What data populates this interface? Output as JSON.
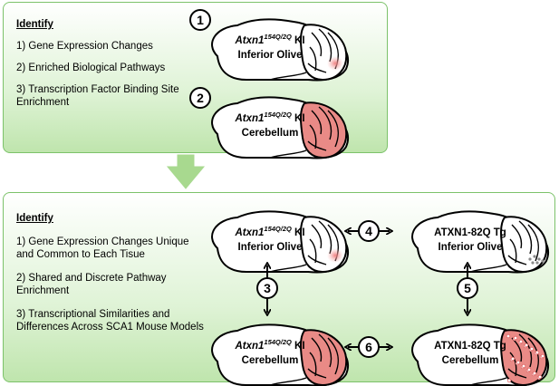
{
  "top_panel": {
    "heading": "Identify",
    "items": [
      "1) Gene Expression Changes",
      "2) Enriched Biological Pathways",
      "3) Transcription Factor Binding Site Enrichment"
    ]
  },
  "bottom_panel": {
    "heading": "Identify",
    "items": [
      "1) Gene Expression Changes Unique and Common to Each Tisue",
      "2) Shared and Discrete Pathway Enrichment",
      "3) Transcriptional Similarities and Differences Across SCA1 Mouse Models"
    ]
  },
  "brains": {
    "ki_gene": "Atxn1",
    "ki_sup": "154Q/2Q",
    "ki_suffix": " KI",
    "tg_name": "ATXN1-82Q Tg",
    "inferior_olive": "Inferior Olive",
    "cerebellum": "Cerebellum"
  },
  "numbers": [
    "1",
    "2",
    "3",
    "4",
    "5",
    "6"
  ],
  "colors": {
    "panel_border": "#7cc26a",
    "arrow": "#a8d98f",
    "cerebellum_fill": "#e98a86",
    "olive_spot": "#f19999",
    "tg_dots": "#d94a4a"
  }
}
